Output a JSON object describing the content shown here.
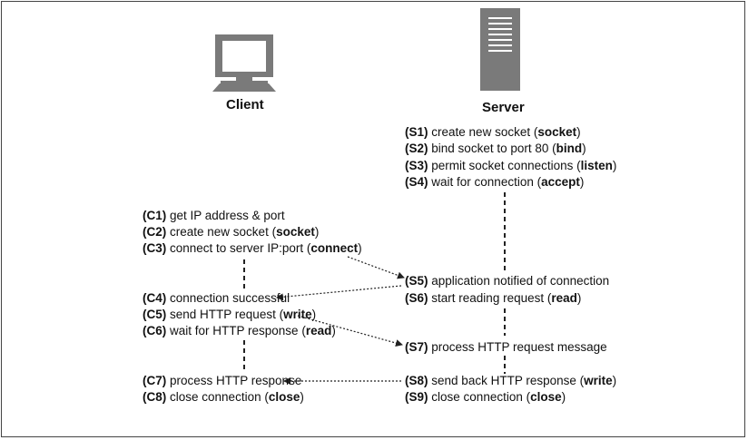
{
  "client": {
    "title": "Client"
  },
  "server": {
    "title": "Server"
  },
  "server_steps_top": [
    {
      "id": "(S1)",
      "pre": "create new socket (",
      "cmd": "socket",
      "post": ")"
    },
    {
      "id": "(S2)",
      "pre": "bind socket to port 80 (",
      "cmd": "bind",
      "post": ")"
    },
    {
      "id": "(S3)",
      "pre": "permit socket connections (",
      "cmd": "listen",
      "post": ")"
    },
    {
      "id": "(S4)",
      "pre": "wait for connection (",
      "cmd": "accept",
      "post": ")"
    }
  ],
  "client_steps_top": [
    {
      "id": "(C1)",
      "pre": "get IP address & port",
      "cmd": "",
      "post": ""
    },
    {
      "id": "(C2)",
      "pre": "create new socket (",
      "cmd": "socket",
      "post": ")"
    },
    {
      "id": "(C3)",
      "pre": "connect to server IP:port (",
      "cmd": "connect",
      "post": ")"
    }
  ],
  "server_step_s5": {
    "id": "(S5)",
    "pre": "application notified of connection",
    "cmd": "",
    "post": ""
  },
  "server_step_s6": {
    "id": "(S6)",
    "pre": "start reading request (",
    "cmd": "read",
    "post": ")"
  },
  "client_steps_mid": [
    {
      "id": "(C4)",
      "pre": "connection successful",
      "cmd": "",
      "post": ""
    },
    {
      "id": "(C5)",
      "pre": "send HTTP request (",
      "cmd": "write",
      "post": ")"
    },
    {
      "id": "(C6)",
      "pre": "wait for HTTP response (",
      "cmd": "read",
      "post": ")"
    }
  ],
  "server_step_s7": {
    "id": "(S7)",
    "pre": "process HTTP request message",
    "cmd": "",
    "post": ""
  },
  "client_steps_bottom": [
    {
      "id": "(C7)",
      "pre": "process HTTP response",
      "cmd": "",
      "post": ""
    },
    {
      "id": "(C8)",
      "pre": "close connection (",
      "cmd": "close",
      "post": ")"
    }
  ],
  "server_steps_bottom": [
    {
      "id": "(S8)",
      "pre": "send back HTTP response (",
      "cmd": "write",
      "post": ")"
    },
    {
      "id": "(S9)",
      "pre": "close connection (",
      "cmd": "close",
      "post": ")"
    }
  ],
  "icons": {
    "client": "computer-monitor-icon",
    "server": "server-tower-icon"
  },
  "colors": {
    "icon": "#7a7a7a",
    "line": "#222222"
  }
}
